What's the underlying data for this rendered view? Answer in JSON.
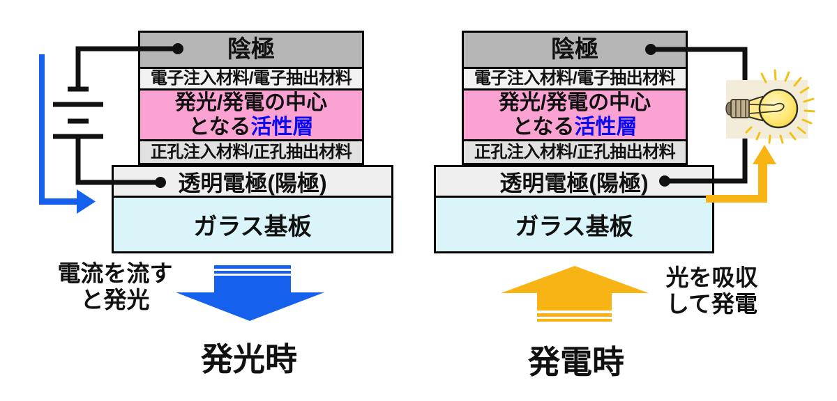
{
  "colors": {
    "blue_arrow": "#1560ed",
    "yellow_arrow": "#f8b414",
    "active_pink": "#faa3d2",
    "active_text_blue": "#0b0bee",
    "cathode_gray": "#b6b6b6",
    "electron_layer_bg": "#f2f2f2",
    "hole_layer_bg": "#e1e1e1",
    "electrode_bg": "#efefef",
    "glass_cyan": "#d9f5f9",
    "bulb_box_bg": "#f3ecd8",
    "wire_black": "#111111"
  },
  "stack": {
    "cathode_label": "陰極",
    "electron_layer_label": "電子注入材料/電子抽出材料",
    "active_layer_line1": "発光/発電の中心",
    "active_layer_line2_prefix": "となる",
    "active_layer_line2_highlight": "活性層",
    "hole_layer_label": "正孔注入材料/正孔抽出材料",
    "electrode_label": "透明電極(陽極)",
    "glass_label": "ガラス基板"
  },
  "left_panel": {
    "caption_line1": "電流を流す",
    "caption_line2": "と発光",
    "mode_label": "発光時"
  },
  "right_panel": {
    "caption_line1": "光を吸収",
    "caption_line2": "して発電",
    "mode_label": "発電時"
  },
  "icons": {
    "battery": "battery-icon",
    "lightbulb": "lightbulb-icon",
    "current_flow": "current-flow-arrow",
    "emission": "light-emission-arrow",
    "absorption": "power-output-arrow"
  }
}
